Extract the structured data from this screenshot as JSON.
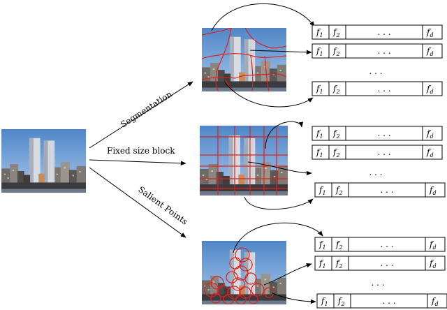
{
  "labels": {
    "segmentation": "Segmentation",
    "fixed_block": "Fixed size block",
    "salient": "Salient Points"
  },
  "vector": {
    "first": "f",
    "first_sub": "1",
    "second": "f",
    "second_sub": "2",
    "dots": ". . .",
    "last": "f",
    "last_sub": "d"
  },
  "vertical_ellipsis": ". . .",
  "colors": {
    "region_lines": "#e0201c",
    "arrow": "#000000",
    "sky": "#7aa6da",
    "tower": "#c8ccd4",
    "city": "#5b5f6a"
  },
  "images": [
    {
      "name": "source-photo",
      "depicts": "city-skyline-twin-towers"
    },
    {
      "name": "segmented-photo",
      "depicts": "city-skyline-twin-towers-with-region-boundaries"
    },
    {
      "name": "block-grid-photo",
      "depicts": "city-skyline-twin-towers-with-block-grid"
    },
    {
      "name": "salient-photo",
      "depicts": "city-skyline-twin-towers-with-circles"
    }
  ]
}
